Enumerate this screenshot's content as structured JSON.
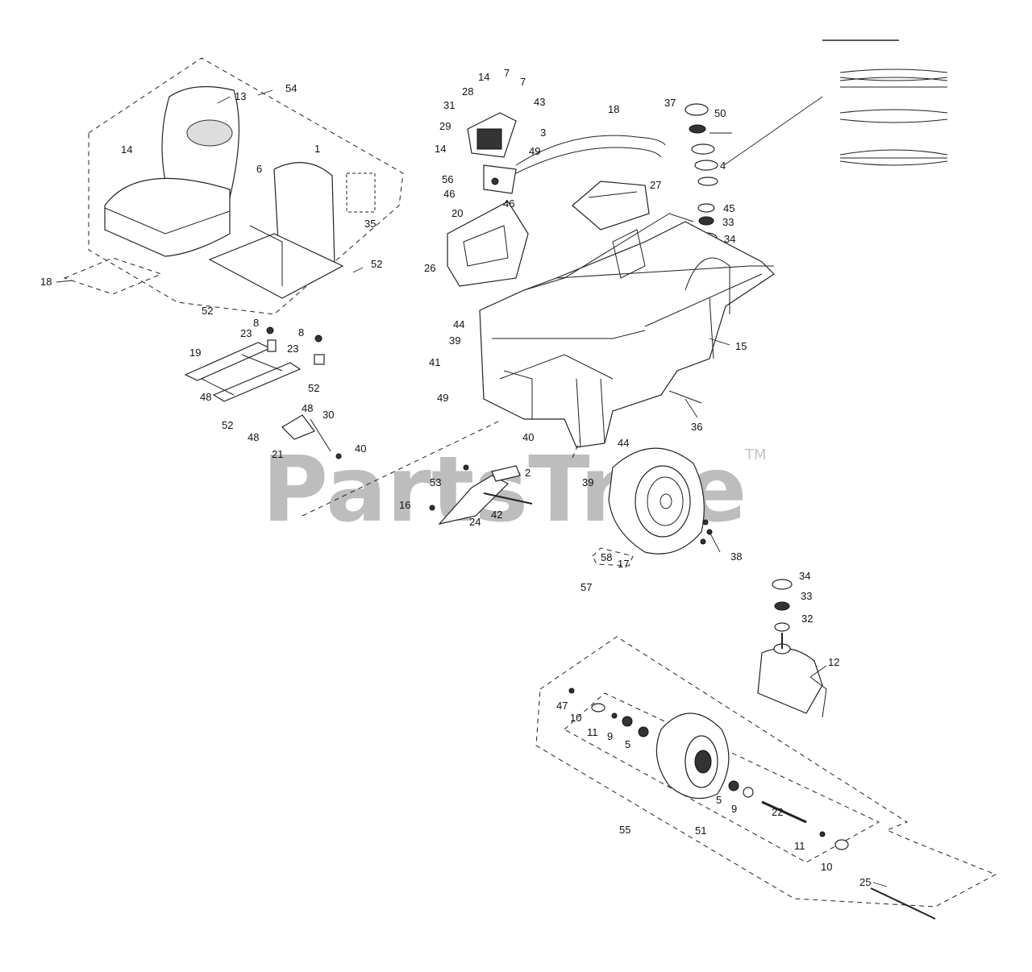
{
  "watermark": {
    "text": "PartsTree",
    "mark": "TM"
  },
  "callouts": {
    "seat": [
      "54",
      "13",
      "14",
      "1",
      "6",
      "35",
      "52",
      "18",
      "52",
      "8",
      "23",
      "8",
      "23",
      "19",
      "48",
      "52",
      "52",
      "48",
      "30",
      "48",
      "21",
      "40"
    ],
    "controls": [
      "14",
      "7",
      "7",
      "28",
      "43",
      "31",
      "29",
      "3",
      "14",
      "49",
      "56",
      "46",
      "20",
      "46",
      "18",
      "26",
      "27"
    ],
    "caster_top": [
      "37",
      "50",
      "4",
      "45",
      "33",
      "34"
    ],
    "frame": [
      "44",
      "39",
      "41",
      "49",
      "15",
      "36",
      "40",
      "44",
      "39"
    ],
    "axle": [
      "2",
      "53",
      "16",
      "24",
      "42"
    ],
    "rear_wheel": [
      "38",
      "58",
      "17",
      "57"
    ],
    "front_caster": [
      "34",
      "33",
      "32",
      "12",
      "47",
      "10",
      "11",
      "9",
      "5",
      "5",
      "9",
      "22",
      "11",
      "10",
      "55",
      "51",
      "25"
    ]
  }
}
